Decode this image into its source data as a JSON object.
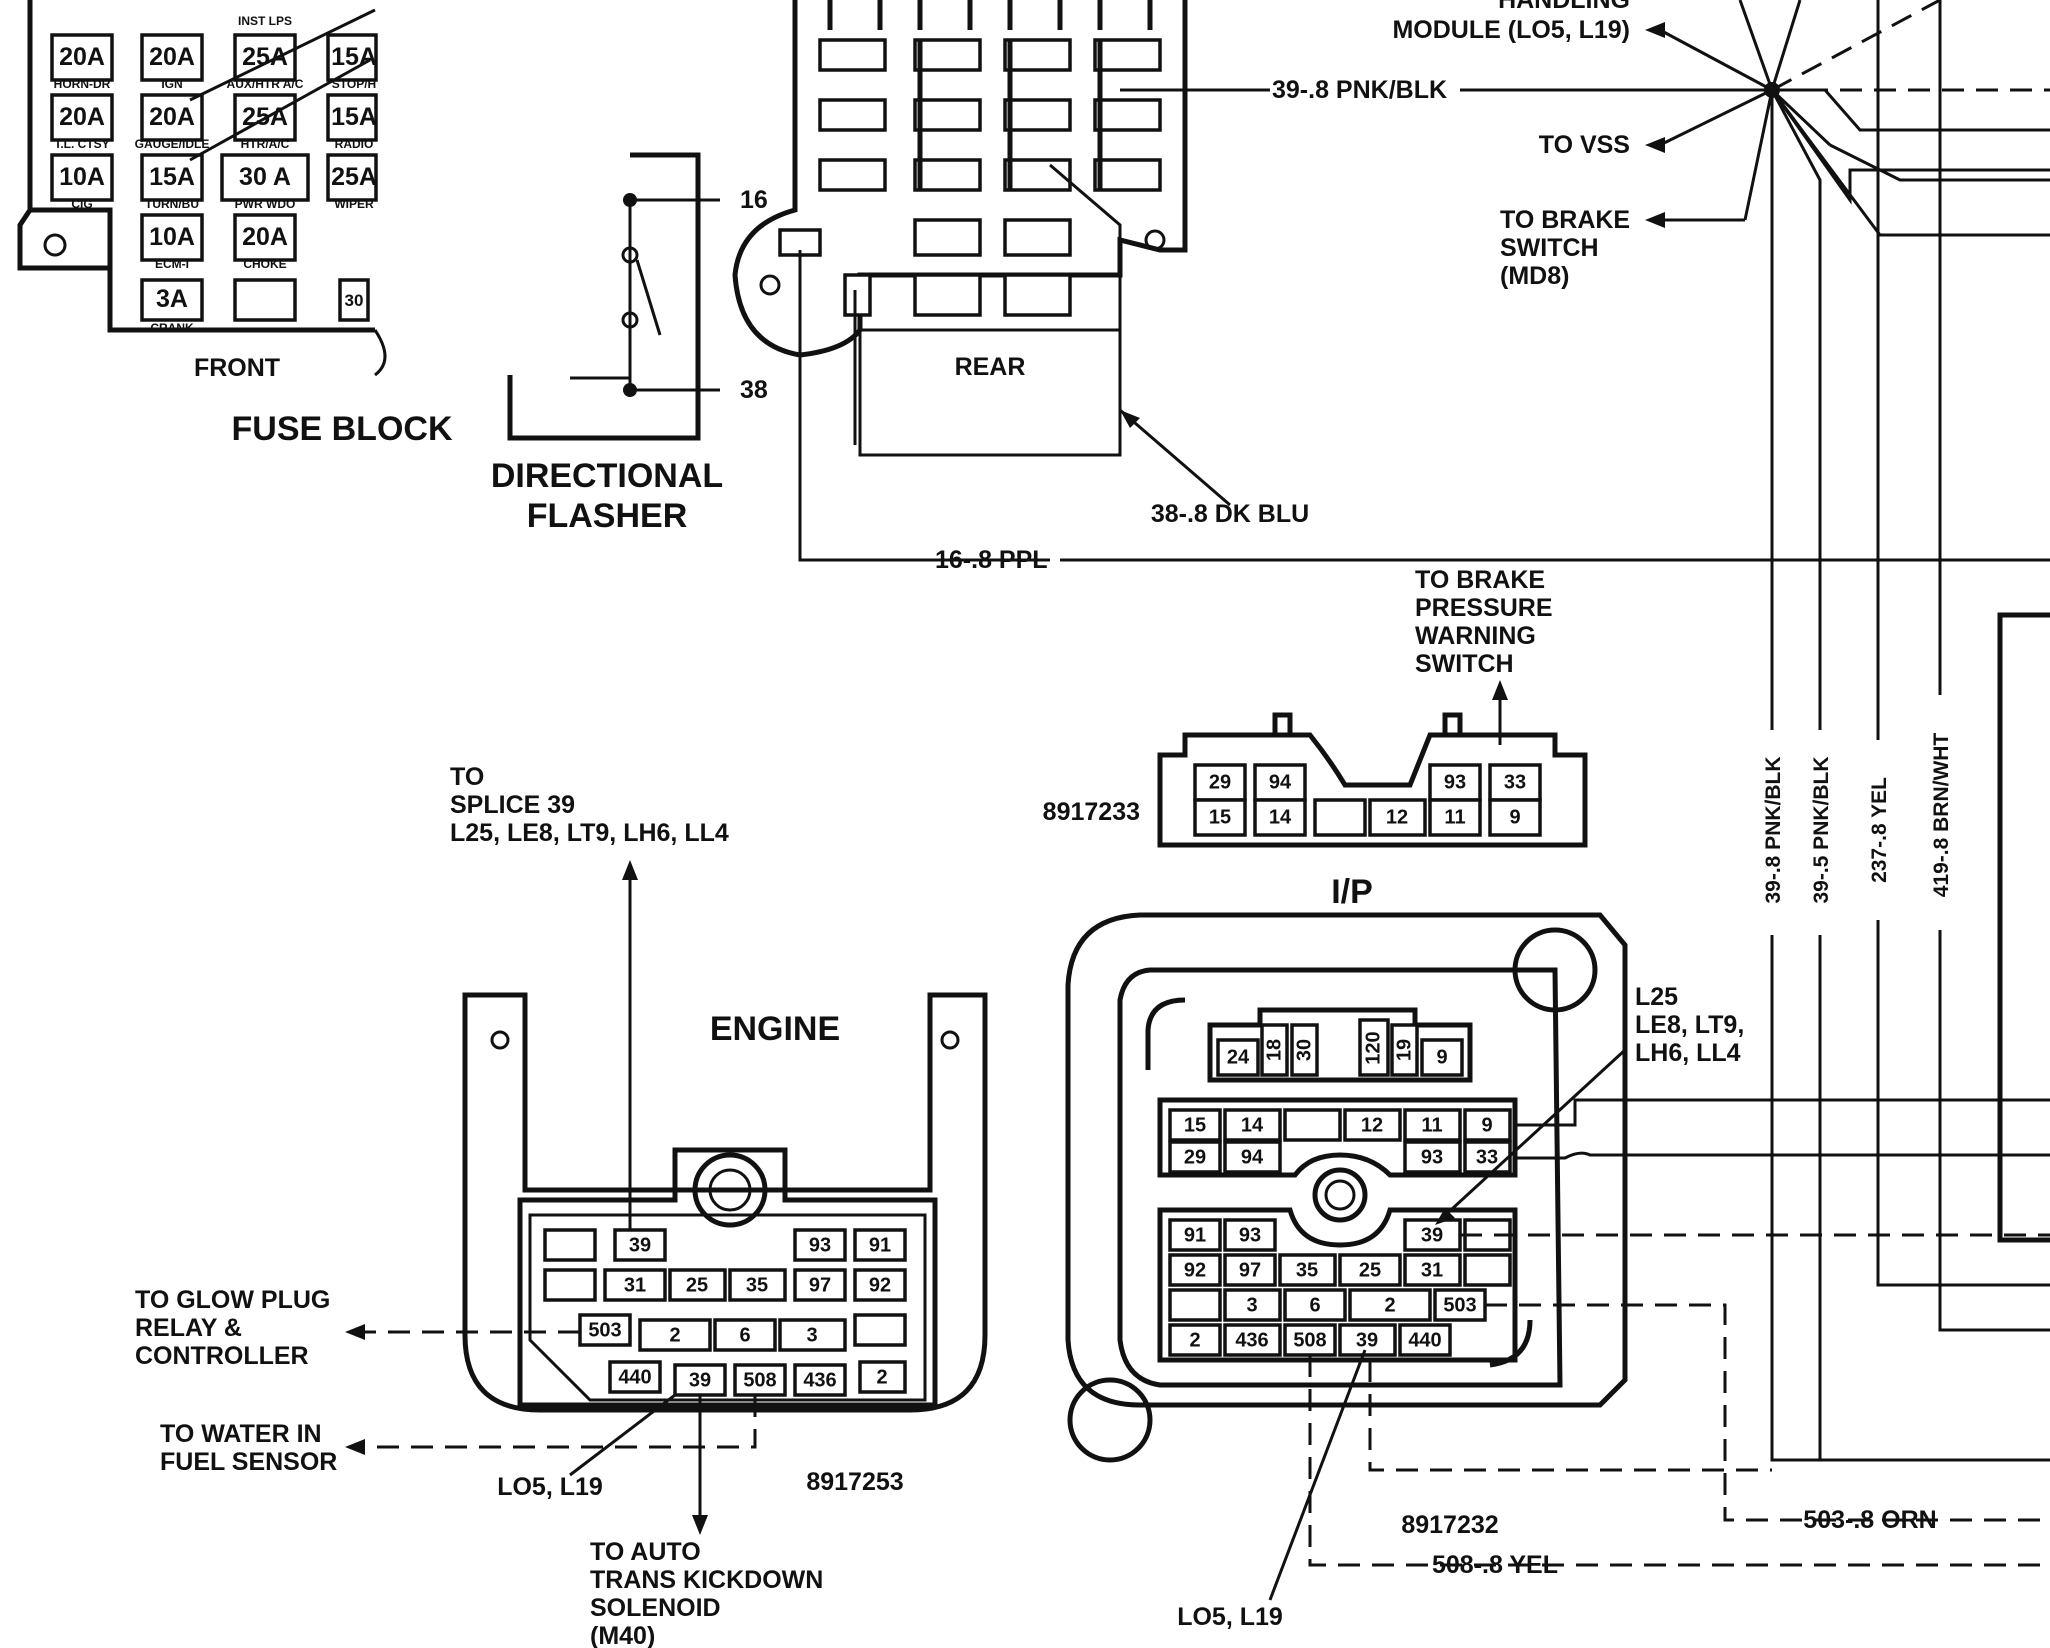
{
  "fuse_block": {
    "title": "FUSE BLOCK",
    "front_label": "FRONT",
    "rear_label": "REAR",
    "fuses": [
      {
        "rating": "20A",
        "name": "HORN-DR"
      },
      {
        "rating": "20A",
        "name": "IGN"
      },
      {
        "rating": "25A",
        "name": "AUX/HTR A/C"
      },
      {
        "rating": "15A",
        "name": "STOP/H"
      },
      {
        "rating": "20A",
        "name": "T.L. CTSY"
      },
      {
        "rating": "20A",
        "name": "GAUGE/IDLE"
      },
      {
        "rating": "25A",
        "name": "HTR/A/C"
      },
      {
        "rating": "15A",
        "name": "RADIO"
      },
      {
        "rating": "10A",
        "name": "CIG"
      },
      {
        "rating": "15A",
        "name": "TURN/BU"
      },
      {
        "rating": "30 A",
        "name": "PWR WDO"
      },
      {
        "rating": "25A",
        "name": "WIPER"
      },
      {
        "rating": "10A",
        "name": "ECM-I"
      },
      {
        "rating": "20A",
        "name": "CHOKE"
      },
      {
        "rating": "3A",
        "name": "CRANK"
      },
      {
        "rating": "30",
        "name": ""
      }
    ],
    "top_labels": [
      "INST LPS"
    ]
  },
  "flasher": {
    "title_line1": "DIRECTIONAL",
    "title_line2": "FLASHER",
    "term1": "16",
    "term2": "38"
  },
  "wires": {
    "w39_pnk_blk": "39-.8 PNK/BLK",
    "w38_dk_blu": "38-.8 DK BLU",
    "w16_ppl": "16-.8 PPL",
    "v39_pnk_blk": "39-.8 PNK/BLK",
    "v39_5_pnk_blk": "39-.5 PNK/BLK",
    "v237_yel": "237-.8 YEL",
    "v419_brn_wht": "419-.8 BRN/WHT",
    "w503_orn": "503-.8 ORN",
    "w508_yel": "508-.8 YEL"
  },
  "top_right": {
    "handling_line1": "HANDLING",
    "handling_line2": "MODULE (LO5, L19)",
    "to_vss": "TO VSS",
    "brake_line1": "TO BRAKE",
    "brake_line2": "SWITCH",
    "brake_line3": "(MD8)"
  },
  "brake_pressure": {
    "line1": "TO BRAKE",
    "line2": "PRESSURE",
    "line3": "WARNING",
    "line4": "SWITCH"
  },
  "connector_8917233": {
    "part": "8917233",
    "top_row": [
      "29",
      "94",
      "",
      "",
      "93",
      "33"
    ],
    "bottom_row": [
      "15",
      "14",
      "",
      "12",
      "11",
      "9"
    ]
  },
  "ip": {
    "label": "I/P",
    "part": "8917232",
    "splice_line1": "L25",
    "splice_line2": "LE8, LT9,",
    "splice_line3": "LH6, LL4",
    "lo5": "LO5, L19",
    "top_pins": [
      "24",
      "18",
      "30",
      "120",
      "19",
      "9"
    ],
    "row1": [
      "15",
      "14",
      "",
      "12",
      "11",
      "9"
    ],
    "row2": [
      "29",
      "94",
      "93",
      "33"
    ],
    "row3": [
      "91",
      "93",
      "39"
    ],
    "row4": [
      "92",
      "97",
      "35",
      "25",
      "31"
    ],
    "row5": [
      "3",
      "6",
      "2",
      "503"
    ],
    "row6": [
      "2",
      "436",
      "508",
      "39",
      "440"
    ]
  },
  "engine": {
    "label": "ENGINE",
    "part": "8917253",
    "to_splice_line1": "TO",
    "to_splice_line2": "SPLICE 39",
    "to_splice_line3": "L25, LE8, LT9, LH6, LL4",
    "glow_line1": "TO GLOW PLUG",
    "glow_line2": "RELAY &",
    "glow_line3": "CONTROLLER",
    "water_line1": "TO WATER IN",
    "water_line2": "FUEL SENSOR",
    "lo5": "LO5, L19",
    "auto_line1": "TO AUTO",
    "auto_line2": "TRANS KICKDOWN",
    "auto_line3": "SOLENOID",
    "auto_line4": "(M40)",
    "row1": [
      "39",
      "93",
      "91"
    ],
    "row2": [
      "31",
      "25",
      "35",
      "97",
      "92"
    ],
    "row3": [
      "503",
      "2",
      "6",
      "3"
    ],
    "row4": [
      "440",
      "39",
      "508",
      "436",
      "2"
    ]
  }
}
